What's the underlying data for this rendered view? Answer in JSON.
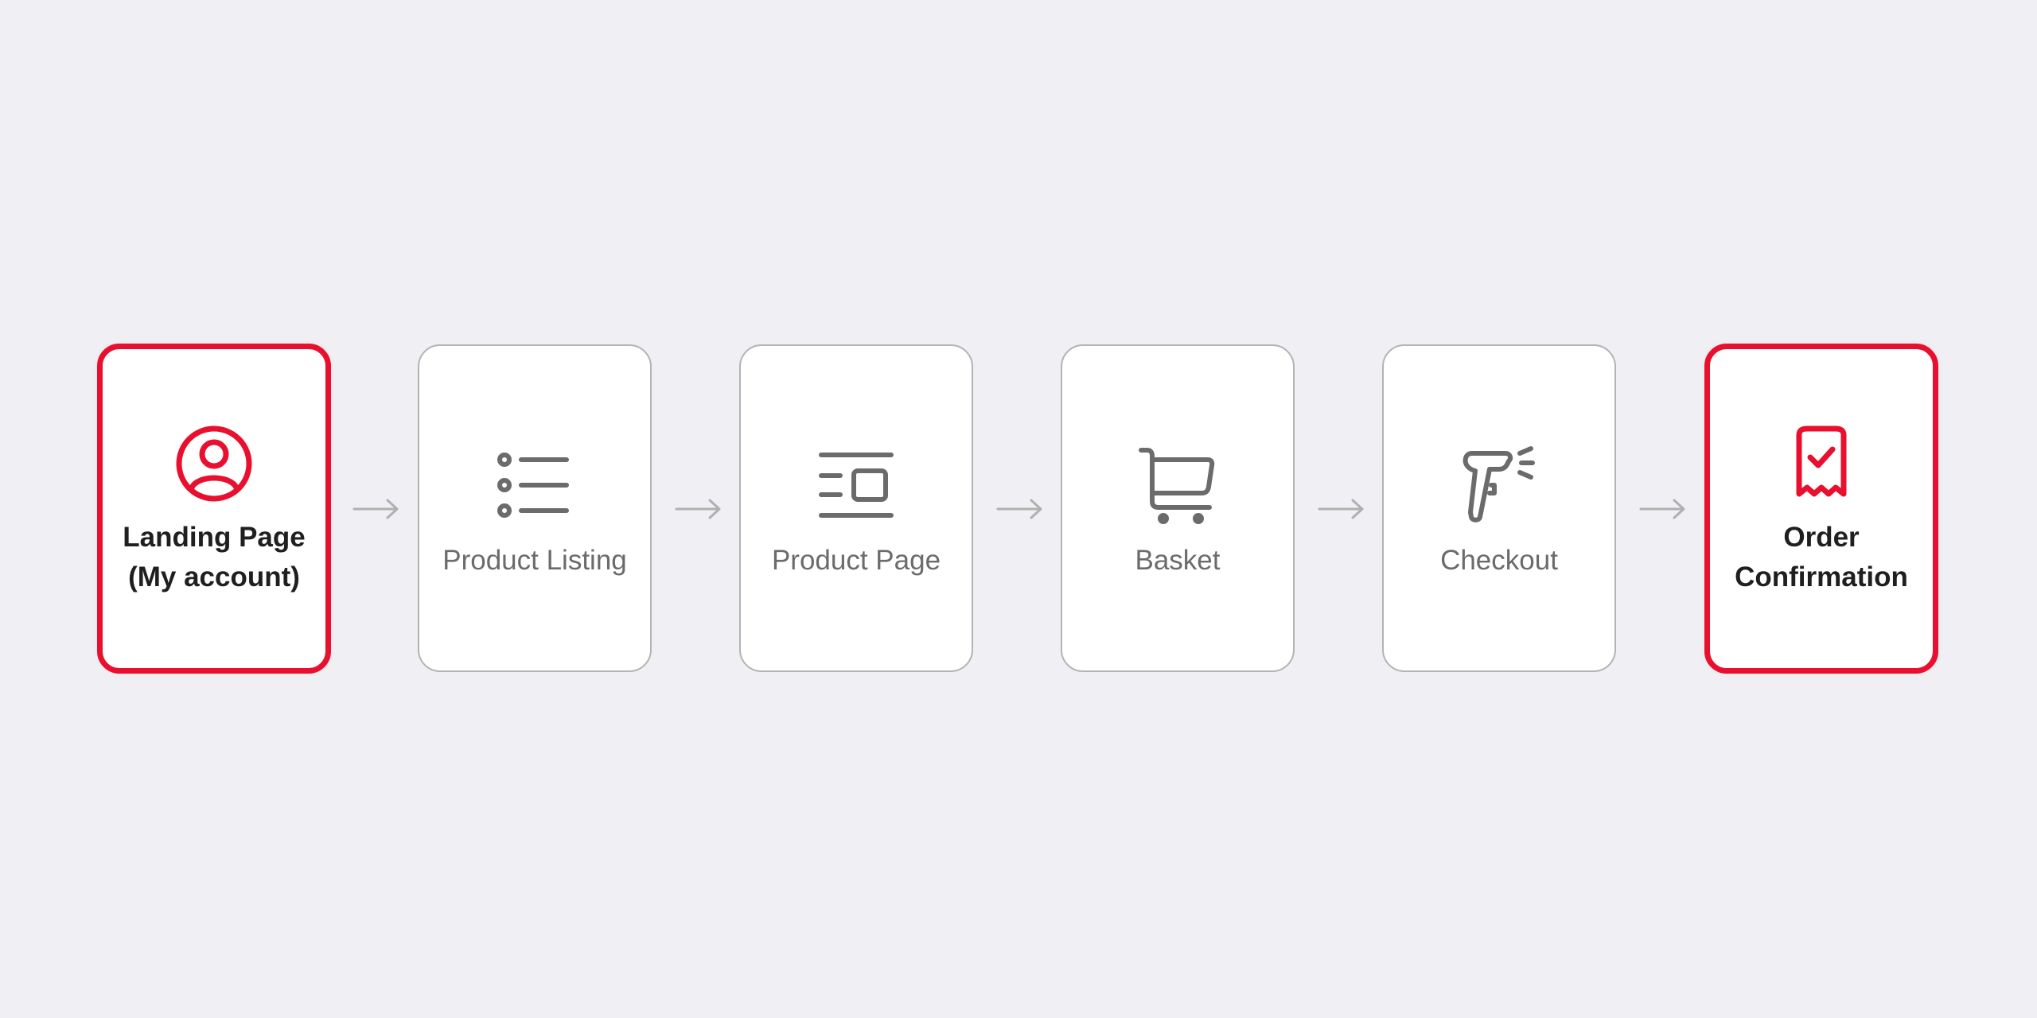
{
  "flow": {
    "steps": [
      {
        "line1": "Landing Page",
        "line2": "(My account)",
        "icon": "user-circle-icon",
        "highlight": true
      },
      {
        "line1": "Product Listing",
        "line2": "",
        "icon": "list-icon",
        "highlight": false
      },
      {
        "line1": "Product Page",
        "line2": "",
        "icon": "page-layout-icon",
        "highlight": false
      },
      {
        "line1": "Basket",
        "line2": "",
        "icon": "shopping-cart-icon",
        "highlight": false
      },
      {
        "line1": "Checkout",
        "line2": "",
        "icon": "barcode-scanner-icon",
        "highlight": false
      },
      {
        "line1": "Order",
        "line2": "Confirmation",
        "icon": "receipt-check-icon",
        "highlight": true
      }
    ]
  },
  "colors": {
    "background": "#f0f0f4",
    "accent": "#e8102e",
    "icon_gray": "#6b6b6b",
    "arrow_gray": "#b0b0b0"
  }
}
